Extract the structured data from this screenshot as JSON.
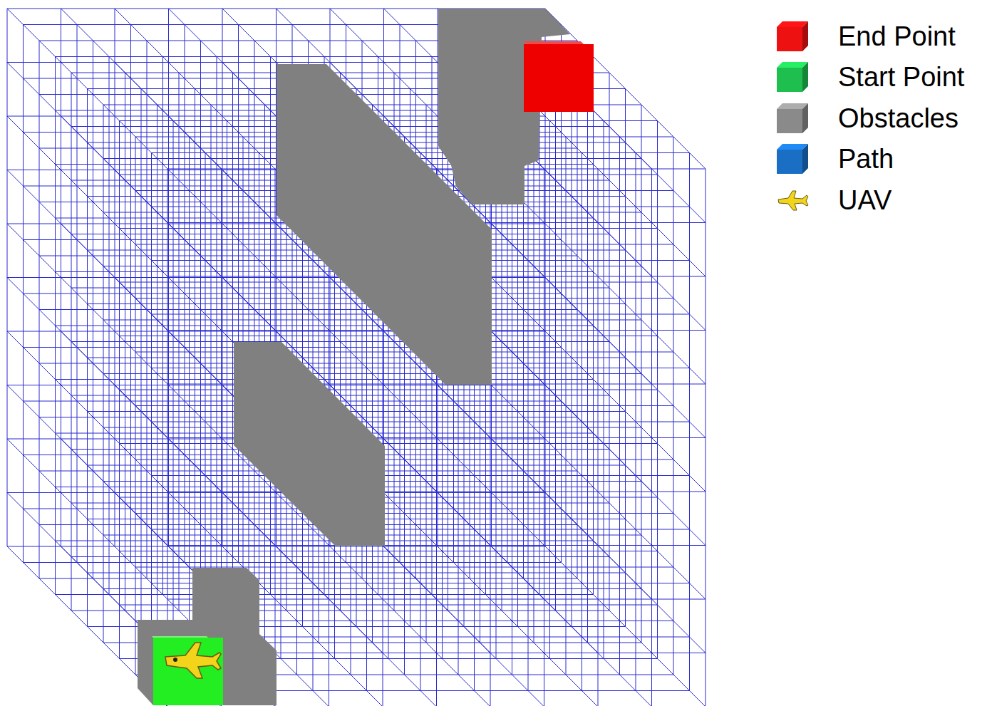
{
  "diagram": {
    "legend": [
      {
        "text": "End Point",
        "color": "#ee1111"
      },
      {
        "text": "Start Point",
        "color": "#1fbf4f"
      },
      {
        "text": "Obstacles",
        "color": "#8a8a8a"
      },
      {
        "text": "Path",
        "color": "#1a6fc4"
      },
      {
        "text": "UAV"
      }
    ]
  }
}
